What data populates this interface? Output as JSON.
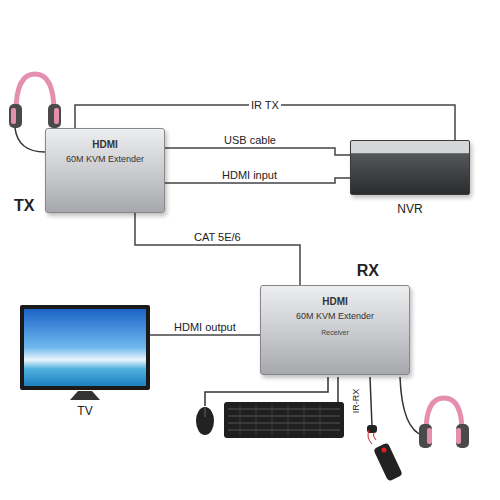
{
  "diagram": {
    "nodes": [
      {
        "text": [
          "TX",
          "HDMI",
          "60M KVM Extender"
        ]
      },
      {
        "text": [
          "NVR"
        ]
      },
      {
        "text": [
          "RX",
          "HDMI",
          "60M KVM Extender",
          "Receiver"
        ]
      },
      {
        "text": [
          "TV"
        ]
      }
    ],
    "edges": [
      {
        "from": 0,
        "to": 1,
        "label": "IR TX",
        "arrow": "none"
      },
      {
        "from": 0,
        "to": 1,
        "label": "USB cable",
        "arrow": "none"
      },
      {
        "from": 0,
        "to": 1,
        "label": "HDMI input",
        "arrow": "none"
      },
      {
        "from": 0,
        "to": 2,
        "label": "CAT 5E/6",
        "arrow": "none"
      },
      {
        "from": 2,
        "to": 3,
        "label": "HDMI output",
        "arrow": "none"
      }
    ],
    "labels": [
      "IR-RX"
    ]
  }
}
